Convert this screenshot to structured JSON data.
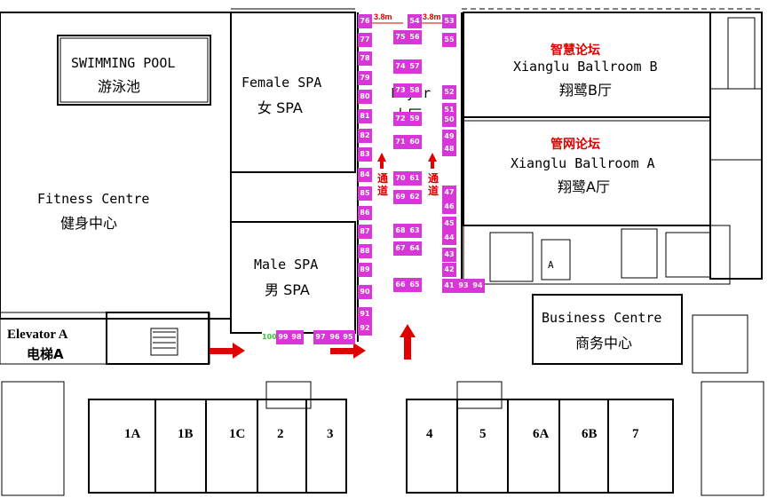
{
  "rooms": {
    "swimming_pool": {
      "en": "SWIMMING POOL",
      "cn": "游泳池"
    },
    "fitness_centre": {
      "en": "Fitness Centre",
      "cn": "健身中心"
    },
    "female_spa": {
      "en": "Female SPA",
      "cn": "女 SPA"
    },
    "male_spa": {
      "en": "Male SPA",
      "cn": "男 SPA"
    },
    "foyer": {
      "en": "Foyer",
      "cn": "大厅"
    },
    "ballroom_b": {
      "forum": "智慧论坛",
      "en": "Xianglu Ballroom B",
      "cn": "翔鹭B厅"
    },
    "ballroom_a": {
      "forum": "管网论坛",
      "en": "Xianglu Ballroom A",
      "cn": "翔鹭A厅"
    },
    "business_centre": {
      "en": "Business Centre",
      "cn": "商务中心"
    },
    "elevator": {
      "en": "Elevator A",
      "cn": "电梯A"
    },
    "small_a": "A"
  },
  "aisle": {
    "width_label": "3.8m",
    "passage_label": "通道"
  },
  "meeting_rooms": [
    "1A",
    "1B",
    "1C",
    "2",
    "3",
    "4",
    "5",
    "6A",
    "6B",
    "7"
  ],
  "booths": {
    "top_left": "76",
    "top_mid": "54",
    "top_right": "53",
    "left_col": [
      "77",
      "78",
      "79",
      "80",
      "81",
      "82",
      "83",
      "84",
      "85",
      "86",
      "87",
      "88",
      "89",
      "90",
      "91",
      "92"
    ],
    "center_pairs": [
      [
        "75",
        "56"
      ],
      [
        "74",
        "57"
      ],
      [
        "73",
        "58"
      ],
      [
        "72",
        "59"
      ],
      [
        "71",
        "60"
      ],
      [
        "70",
        "61"
      ],
      [
        "69",
        "62"
      ],
      [
        "68",
        "63"
      ],
      [
        "67",
        "64"
      ],
      [
        "66",
        "65"
      ]
    ],
    "right_col": [
      "55",
      "52",
      "51",
      "50",
      "49",
      "48",
      "47",
      "46",
      "45",
      "44",
      "43",
      "42",
      "41"
    ],
    "bottom_right_extra": [
      "93",
      "94"
    ],
    "bottom_row": [
      "100",
      "99",
      "98",
      "97",
      "96",
      "95"
    ]
  },
  "colors": {
    "booth": "#d936d9",
    "arrow": "#e00000",
    "wall": "#000000"
  }
}
